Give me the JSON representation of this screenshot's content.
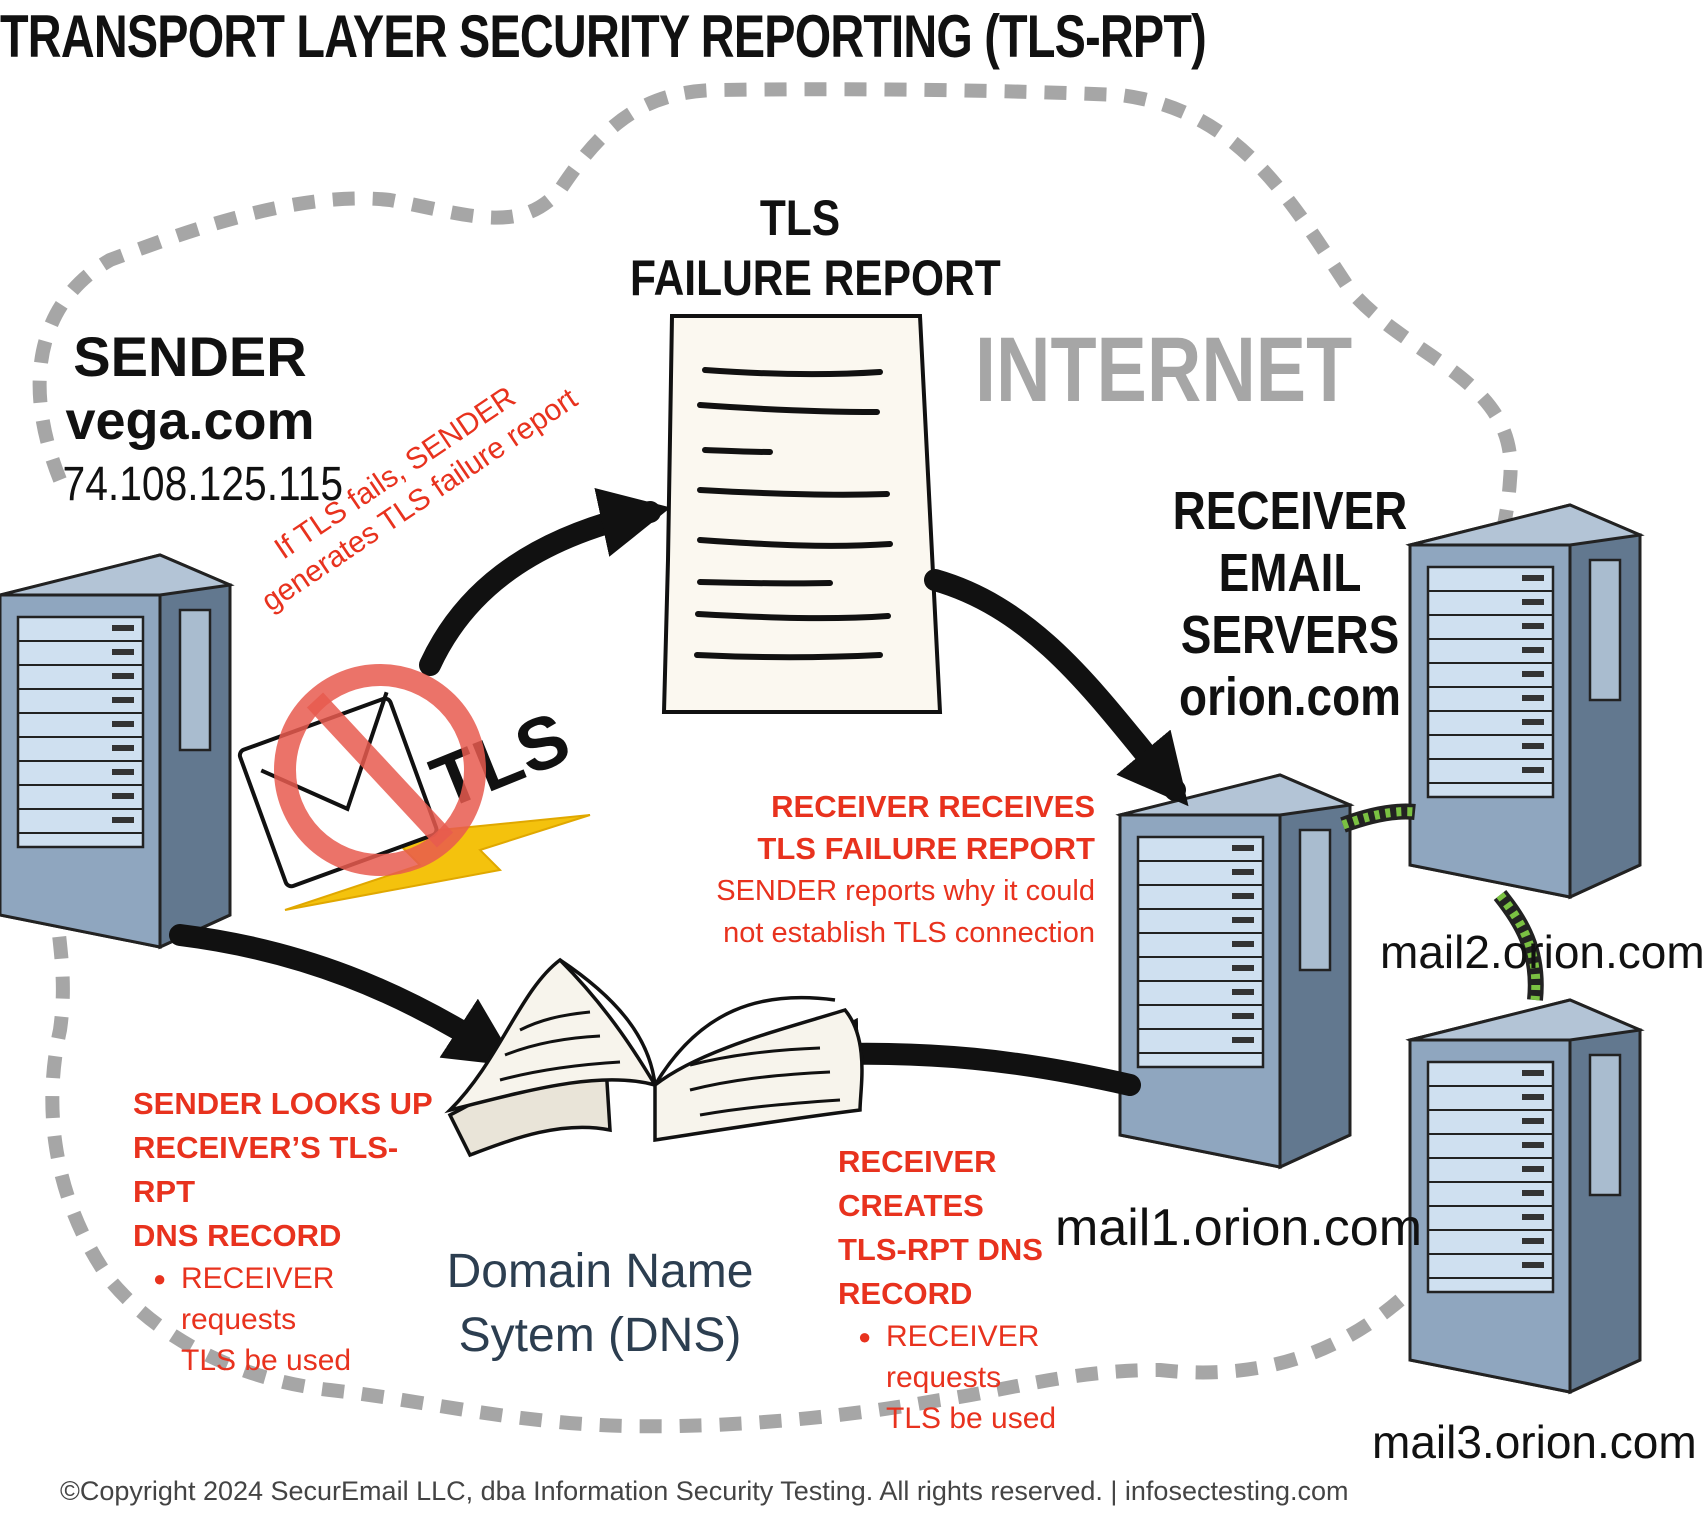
{
  "title": "TRANSPORT LAYER SECURITY REPORTING (TLS-RPT)",
  "internet_label": "INTERNET",
  "sender": {
    "heading": "SENDER",
    "domain": "vega.com",
    "ip": "74.108.125.115"
  },
  "report": {
    "line1": "TLS",
    "line2": "FAILURE REPORT"
  },
  "tls_fail_note": {
    "line1": "If TLS fails, SENDER",
    "line2": "generates TLS failure report"
  },
  "tls_badge": "TLS",
  "receiver": {
    "line1": "RECEIVER",
    "line2": "EMAIL",
    "line3": "SERVERS",
    "domain": "orion.com"
  },
  "receives_note": {
    "line1": "RECEIVER RECEIVES",
    "line2": "TLS FAILURE REPORT",
    "line3": "SENDER reports why it could",
    "line4": "not establish TLS connection"
  },
  "lookup_note": {
    "line1": "SENDER LOOKS UP",
    "line2": "RECEIVER’S TLS-RPT",
    "line3": "DNS RECORD",
    "bullet_line1": "RECEIVER requests",
    "bullet_line2": "TLS be used"
  },
  "creates_note": {
    "line1": "RECEIVER CREATES",
    "line2": "TLS-RPT DNS",
    "line3": "RECORD",
    "bullet_line1": "RECEIVER requests",
    "bullet_line2": "TLS be used"
  },
  "dns": {
    "line1": "Domain Name",
    "line2": "Sytem (DNS)"
  },
  "servers": {
    "mail1": "mail1.orion.com",
    "mail2": "mail2.orion.com",
    "mail3": "mail3.orion.com"
  },
  "footer": "©Copyright 2024 SecurEmail LLC, dba Information Security Testing. All rights reserved.  |  infosectesting.com",
  "colors": {
    "accent_red": "#e8321e",
    "dashed_boundary": "#a6a6a6",
    "server_body": "#8fa6bf",
    "server_panel": "#cfe0f0",
    "cable_green": "#7ac142",
    "lightning": "#f4c20d",
    "paper": "#fbf8f0"
  }
}
